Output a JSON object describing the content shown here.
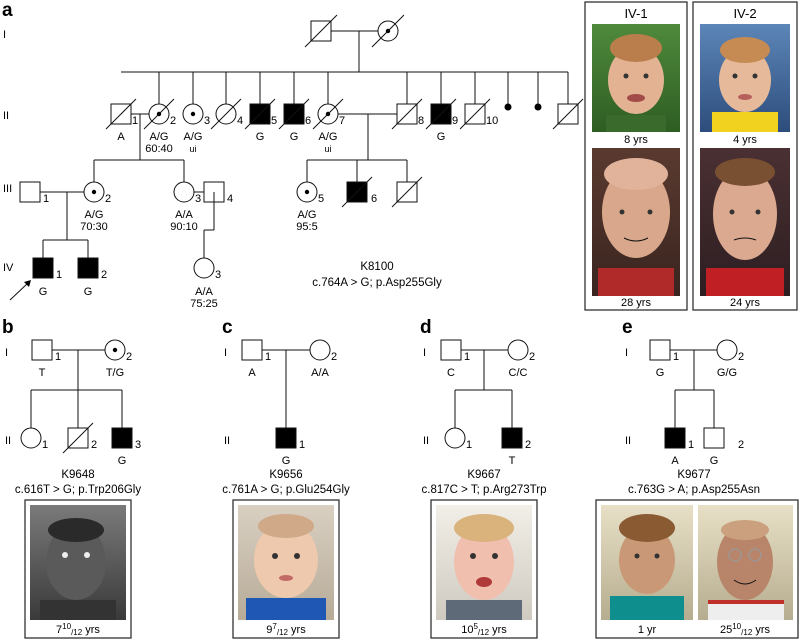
{
  "panel_labels": {
    "a": "a",
    "b": "b",
    "c": "c",
    "d": "d",
    "e": "e"
  },
  "generations": {
    "I": "I",
    "II": "II",
    "III": "III",
    "IV": "IV"
  },
  "panel_a": {
    "family_id": "K8100",
    "variant": "c.764A > G; p.Asp255Gly",
    "gen2": {
      "n1": "1",
      "g1": "A",
      "n2": "2",
      "g2": "A/G",
      "r2": "60:40",
      "n3": "3",
      "g3": "A/G",
      "r3": "ui",
      "n4": "4",
      "n5": "5",
      "g5": "G",
      "n6": "6",
      "g6": "G",
      "n7": "7",
      "g7": "A/G",
      "r7": "ui",
      "n8": "8",
      "n9": "9",
      "g9": "G",
      "n10": "10"
    },
    "gen3": {
      "n1": "1",
      "n2": "2",
      "g2": "A/G",
      "r2": "70:30",
      "n3": "3",
      "g3": "A/A",
      "r3": "90:10",
      "n4": "4",
      "n5": "5",
      "g5": "A/G",
      "r5": "95:5",
      "n6": "6"
    },
    "gen4": {
      "n1": "1",
      "g1": "G",
      "n2": "2",
      "g2": "G",
      "n3": "3",
      "g3": "A/A",
      "r3": "75:25"
    },
    "photos": {
      "p1_title": "IV-1",
      "p2_title": "IV-2",
      "p1_top_age": "8 yrs",
      "p1_bot_age": "28 yrs",
      "p2_top_age": "4 yrs",
      "p2_bot_age": "24 yrs"
    }
  },
  "panel_b": {
    "family_id": "K9648",
    "variant": "c.616T > G; p.Trp206Gly",
    "i1_num": "1",
    "i1_gt": "T",
    "i2_num": "2",
    "i2_gt": "T/G",
    "ii1_num": "1",
    "ii2_num": "2",
    "ii3_num": "3",
    "ii3_gt": "G",
    "photo_age": "7",
    "photo_age_sup": "10",
    "photo_age_sub": "/12",
    "photo_age_unit": " yrs"
  },
  "panel_c": {
    "family_id": "K9656",
    "variant": "c.761A > G; p.Glu254Gly",
    "i1_num": "1",
    "i1_gt": "A",
    "i2_num": "2",
    "i2_gt": "A/A",
    "ii1_num": "1",
    "ii1_gt": "G",
    "photo_age": "9",
    "photo_age_sup": "7",
    "photo_age_sub": "/12",
    "photo_age_unit": " yrs"
  },
  "panel_d": {
    "family_id": "K9667",
    "variant": "c.817C > T; p.Arg273Trp",
    "i1_num": "1",
    "i1_gt": "C",
    "i2_num": "2",
    "i2_gt": "C/C",
    "ii1_num": "1",
    "ii2_num": "2",
    "ii2_gt": "T",
    "photo_age": "10",
    "photo_age_sup": "5",
    "photo_age_sub": "/12",
    "photo_age_unit": " yrs"
  },
  "panel_e": {
    "family_id": "K9677",
    "variant": "c.763G > A; p.Asp255Asn",
    "i1_num": "1",
    "i1_gt": "G",
    "i2_num": "2",
    "i2_gt": "G/G",
    "ii1_num": "1",
    "ii1_gt": "A",
    "ii2_num": "2",
    "ii2_gt": "G",
    "photo1_age": "1 yr",
    "photo2_age": "25",
    "photo2_age_sup": "10",
    "photo2_age_sub": "/12",
    "photo2_age_unit": " yrs"
  },
  "colors": {
    "affected": "#000000",
    "line": "#111111",
    "photo_frame": "#222222"
  }
}
